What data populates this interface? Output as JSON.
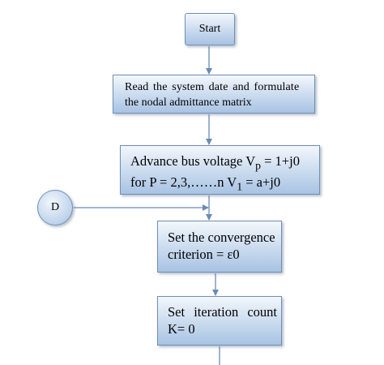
{
  "flowchart": {
    "start": {
      "label": "Start"
    },
    "read_step": {
      "line1": "Read the system date and formulate",
      "line2": "the nodal admittance matrix"
    },
    "advance_step": {
      "line1_prefix": "Advance bus voltage V",
      "line1_sub": "p",
      "line1_suffix": " = 1+j0",
      "line2_prefix": "for P = 2,3,……n V",
      "line2_sub": "1",
      "line2_suffix": " = a+j0"
    },
    "convergence_step": {
      "line1": "Set the convergence",
      "line2": "criterion = ε0"
    },
    "iteration_step": {
      "line1": "Set iteration count",
      "line2": "K= 0"
    },
    "connector": {
      "label": "D"
    }
  },
  "colors": {
    "box_border": "#6f8fb5",
    "box_fill_top": "#f3f7fc",
    "box_fill_bottom": "#a8c3e3",
    "arrow": "#6a8bb4"
  }
}
